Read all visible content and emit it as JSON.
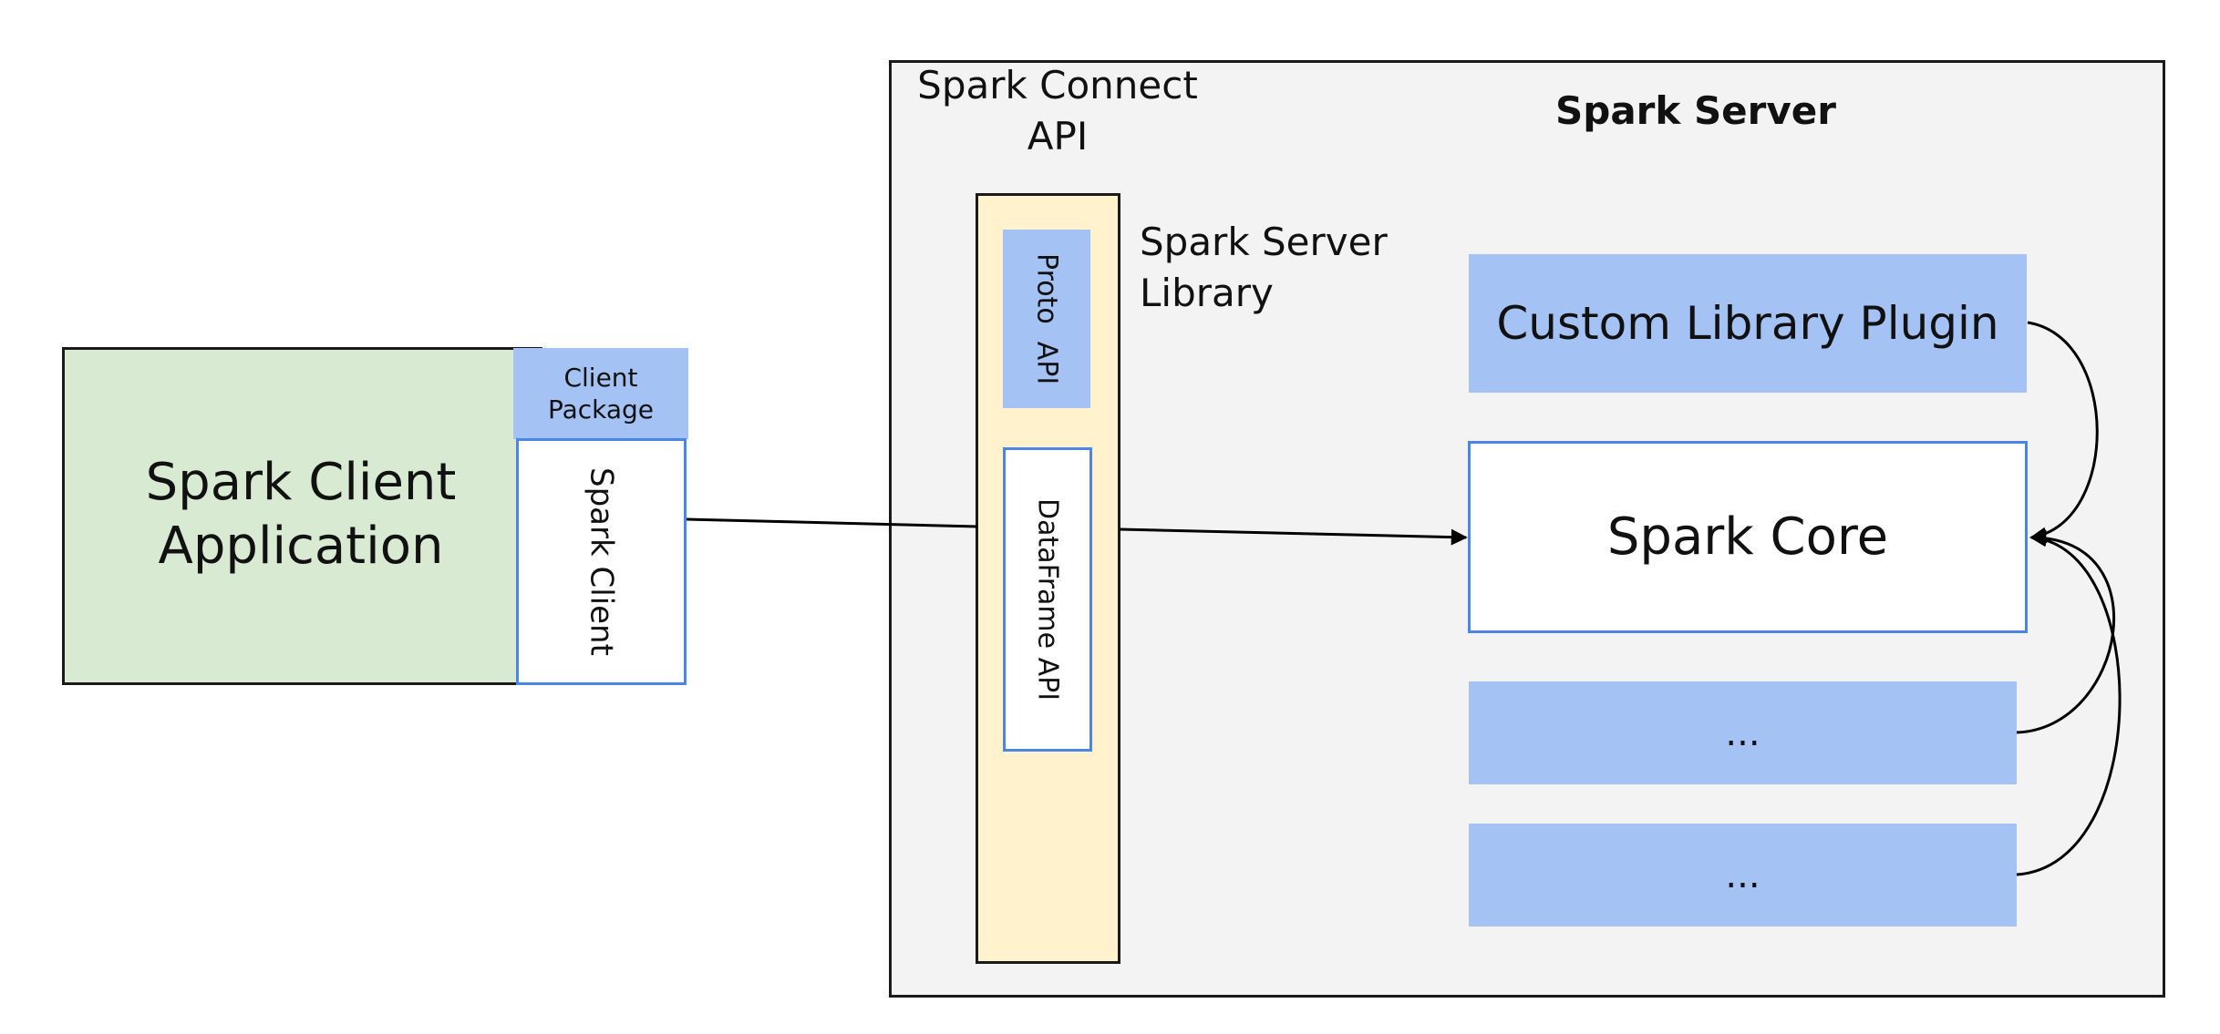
{
  "diagram": {
    "client": {
      "application_label": "Spark Client\nApplication",
      "package_label": "Client\nPackage",
      "client_label": "Spark Client"
    },
    "server": {
      "title": "Spark Server",
      "connect_api_label": "Spark Connect\nAPI",
      "server_library_label": "Spark Server\nLibrary",
      "proto_api_label": "Proto  API",
      "dataframe_api_label": "DataFrame API",
      "plugin_label": "Custom Library Plugin",
      "core_label": "Spark Core",
      "ellipsis_1_label": "...",
      "ellipsis_2_label": "..."
    }
  },
  "colors": {
    "client_app_fill": "#d9ead3",
    "blue_fill": "#a4c2f4",
    "blue_border": "#4a86e8",
    "server_fill": "#f3f3f3",
    "library_fill": "#fff2cc",
    "line": "#000000"
  }
}
